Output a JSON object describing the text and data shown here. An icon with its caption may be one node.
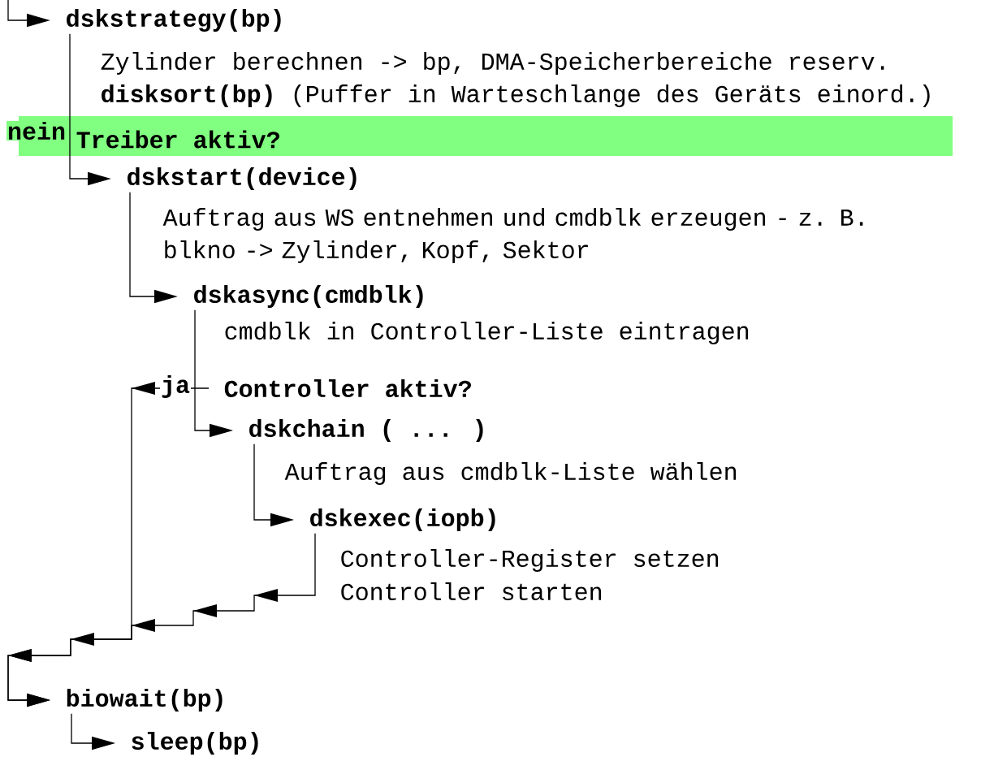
{
  "diagram": {
    "nodes": [
      {
        "text": [
          "dskstrategy(bp)"
        ]
      },
      {
        "text": [
          "Treiber aktiv?"
        ]
      },
      {
        "text": [
          "dskstart(device)"
        ]
      },
      {
        "text": [
          "dskasync(cmdblk)"
        ]
      },
      {
        "text": [
          "Controller aktiv?"
        ]
      },
      {
        "text": [
          "dskchain ( ... )"
        ]
      },
      {
        "text": [
          "dskexec(iopb)"
        ]
      },
      {
        "text": [
          "biowait(bp)"
        ]
      },
      {
        "text": [
          "sleep(bp)"
        ]
      }
    ],
    "edges": [
      {
        "from": null,
        "to": 0,
        "arrow": "to"
      },
      {
        "from": 0,
        "to": 2,
        "arrow": "to",
        "label": "nein"
      },
      {
        "from": 2,
        "to": 3,
        "arrow": "to"
      },
      {
        "from": 3,
        "to": 5,
        "arrow": "to"
      },
      {
        "from": 5,
        "to": 6,
        "arrow": "to"
      },
      {
        "from": 4,
        "to": 7,
        "arrow": "to",
        "label": "ja"
      },
      {
        "from": 6,
        "to": 7,
        "arrow": "to"
      },
      {
        "from": 7,
        "to": 8,
        "arrow": "to"
      }
    ],
    "labels": [
      "Zylinder berechnen -> bp, DMA-Speicherbereiche reserv.",
      "**disksort(bp)** (Puffer in Warteschlange des Geräts einord.)",
      "Auftrag aus WS entnehmen und cmdblk erzeugen - z. B. blkno -> Zylinder, Kopf, Sektor",
      "cmdblk in Controller-Liste eintragen",
      "Auftrag aus cmdblk-Liste wählen",
      "Controller-Register setzen",
      "Controller starten"
    ]
  }
}
